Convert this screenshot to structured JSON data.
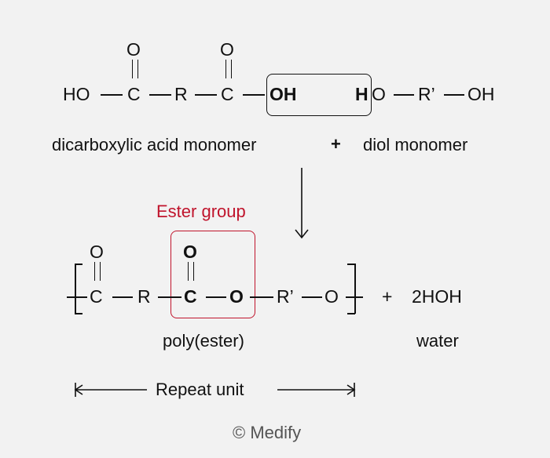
{
  "reactants": {
    "acid": {
      "o1": "O",
      "ho": "HO",
      "c1": "C",
      "r": "R",
      "c2": "C",
      "o2": "O",
      "oh": "OH"
    },
    "diol": {
      "h": "H",
      "o": "O",
      "r_prime": "R’",
      "oh": "OH"
    }
  },
  "labels": {
    "acid_monomer": "dicarboxylic acid monomer",
    "plus": "+",
    "diol_monomer": "diol monomer",
    "ester_group": "Ester group",
    "polyester": "poly(ester)",
    "water": "water",
    "repeat_unit": "Repeat unit",
    "copyright": "© Medify"
  },
  "product": {
    "o_top1": "O",
    "c1": "C",
    "r": "R",
    "o_top2": "O",
    "c2": "C",
    "o_ester": "O",
    "r_prime": "R’",
    "o_end": "O",
    "plus": "+",
    "water_formula": "2HOH"
  },
  "colors": {
    "accent": "#c0142c",
    "text": "#111111",
    "background": "#f2f2f2"
  }
}
